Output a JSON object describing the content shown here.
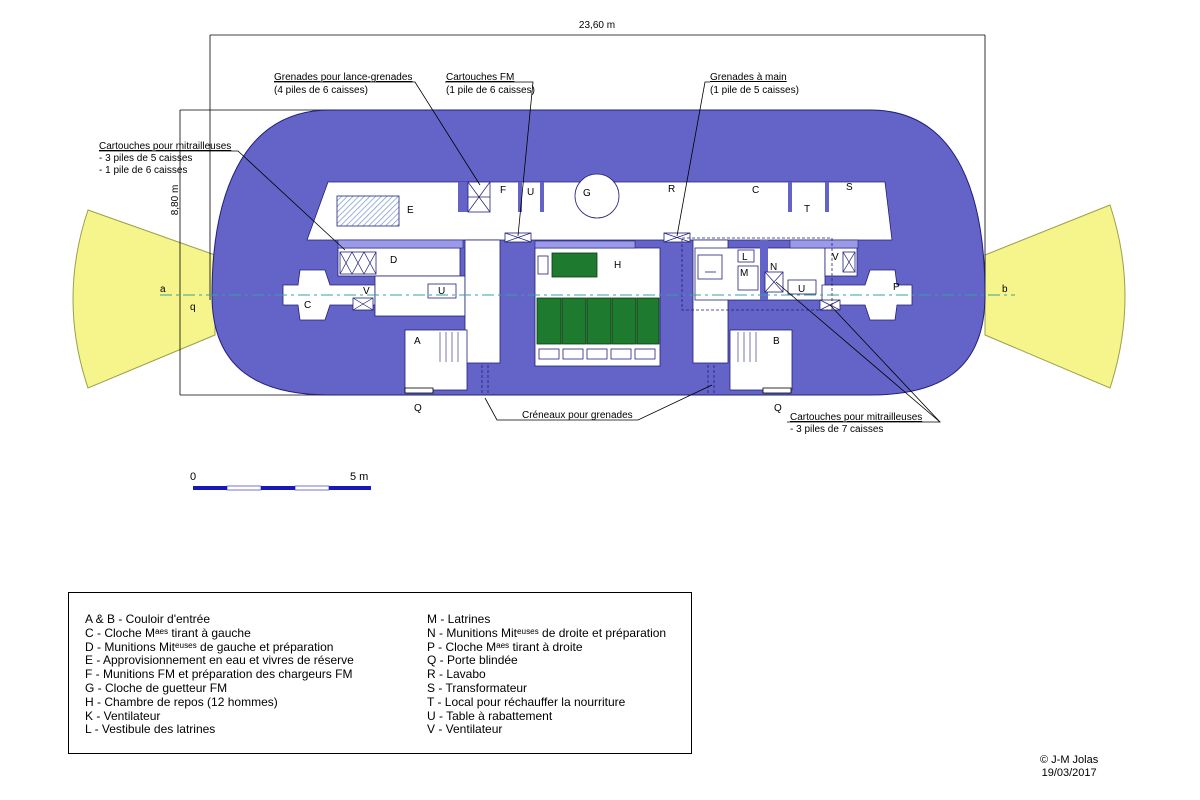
{
  "dimensions": {
    "width": "23,60 m",
    "height": "8,80 m"
  },
  "axis_marks": {
    "a": "a",
    "q": "q",
    "b": "b"
  },
  "rooms": {
    "A": "A",
    "B": "B",
    "C": "C",
    "D": "D",
    "E": "E",
    "F": "F",
    "G": "G",
    "H": "H",
    "L": "L",
    "M": "M",
    "N": "N",
    "P": "P",
    "Q": "Q",
    "R": "R",
    "S": "S",
    "T": "T",
    "U": "U",
    "V": "V"
  },
  "callouts": {
    "grenades_lance": {
      "title": "Grenades pour  lance-grenades",
      "lines": [
        "(4 piles de 6 caisses)"
      ]
    },
    "cartouches_fm": {
      "title": "Cartouches FM",
      "lines": [
        "(1 pile de 6 caisses)"
      ]
    },
    "grenades_main": {
      "title": "Grenades à main",
      "lines": [
        "(1 pile de 5 caisses)"
      ]
    },
    "mitrailleuses_left": {
      "title": "Cartouches pour mitrailleuses",
      "lines": [
        "- 3 piles de 5 caisses",
        "- 1 pile de 6 caisses"
      ]
    },
    "creneaux": {
      "title": "Créneaux pour grenades"
    },
    "mitrailleuses_right": {
      "title": "Cartouches pour mitrailleuses",
      "lines": [
        "- 3 piles de 7 caisses"
      ]
    }
  },
  "scale": {
    "start": "0",
    "end": "5 m"
  },
  "legend": {
    "left": [
      "A & B - Couloir d'entrée",
      "C - Cloche Mᵃᵉˢ tirant à gauche",
      "D - Munitions Mitᵉᵘˢᵉˢ de gauche et préparation",
      "E -  Approvisionnement en eau et vivres de réserve",
      "F - Munitions FM et préparation des chargeurs FM",
      "G - Cloche de guetteur FM",
      "H - Chambre de repos (12 hommes)",
      "K - Ventilateur",
      "L - Vestibule des latrines"
    ],
    "right": [
      "M - Latrines",
      "N - Munitions Mitᵉᵘˢᵉˢ de droite et préparation",
      "P - Cloche Mᵃᵉˢ tirant à droite",
      "Q - Porte blindée",
      "R - Lavabo",
      "S - Transformateur",
      "T - Local pour réchauffer la nourriture",
      "U - Table à rabattement",
      "V - Ventilateur"
    ]
  },
  "credit": {
    "author": "© J-M  Jolas",
    "date": "19/03/2017"
  },
  "colors": {
    "concrete": "#6464c8",
    "room": "#ffffff",
    "fire_sector": "#f5f58c",
    "bunks": "#1e7a2e",
    "axis": "#3aa0a0"
  }
}
